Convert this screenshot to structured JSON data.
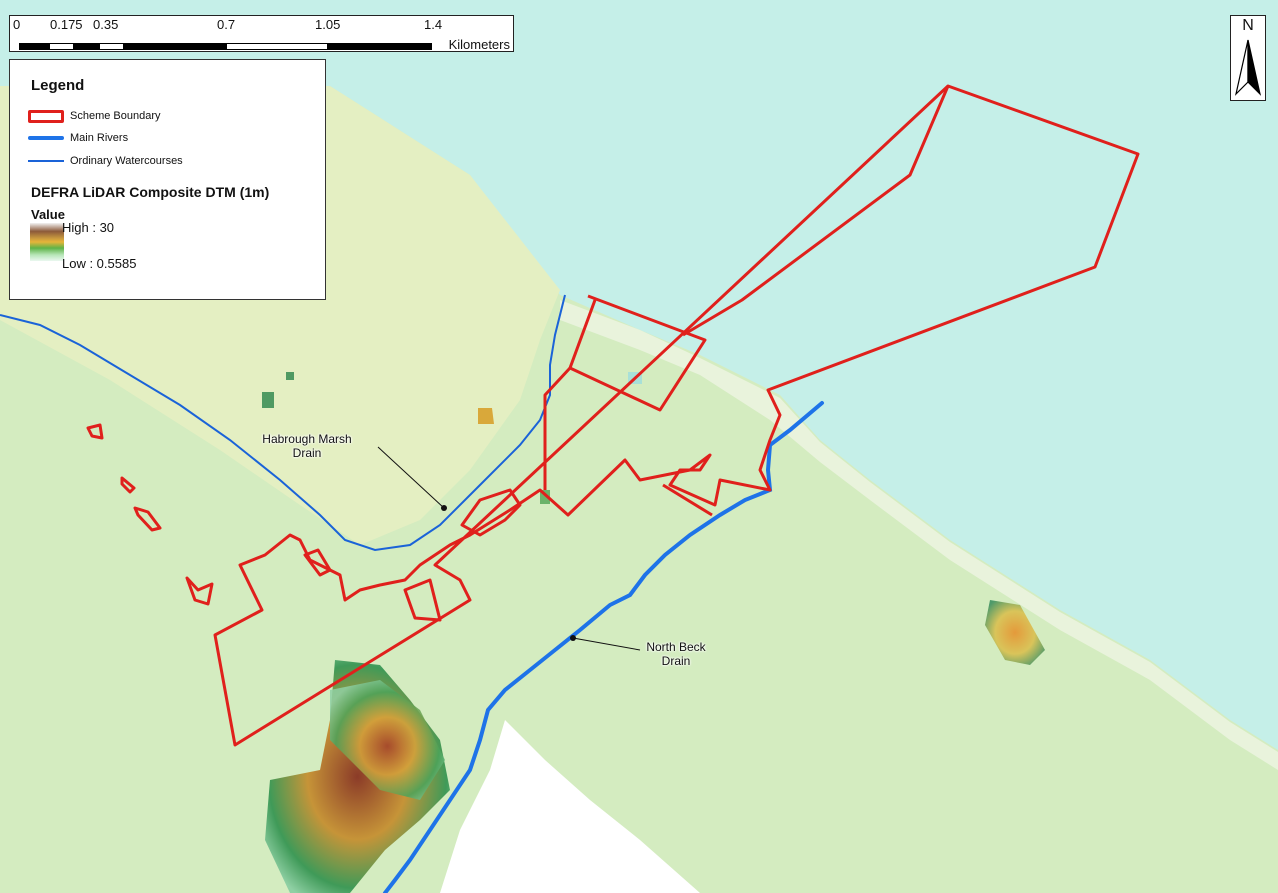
{
  "scale_bar": {
    "ticks": [
      "0",
      "0.175",
      "0.35",
      "0.7",
      "1.05",
      "1.4"
    ],
    "units": "Kilometers"
  },
  "legend": {
    "title": "Legend",
    "items": [
      {
        "label": "Scheme Boundary"
      },
      {
        "label": "Main Rivers"
      },
      {
        "label": "Ordinary Watercourses"
      }
    ],
    "raster_title": "DEFRA LiDAR Composite DTM (1m)",
    "value_title": "Value",
    "high_label": "High : 30",
    "low_label": "Low : 0.5585"
  },
  "north_arrow": {
    "letter": "N"
  },
  "labels": {
    "habrough_line1": "Habrough Marsh",
    "habrough_line2": "Drain",
    "northbeck_line1": "North Beck",
    "northbeck_line2": "Drain"
  },
  "colors": {
    "water": "#c5efe8",
    "land": "#d4ecc0",
    "boundary": "#e0201c",
    "main_river": "#1e73e8",
    "ordinary_watercourse": "#1a63d8"
  },
  "icons": [
    "north-arrow-icon"
  ]
}
